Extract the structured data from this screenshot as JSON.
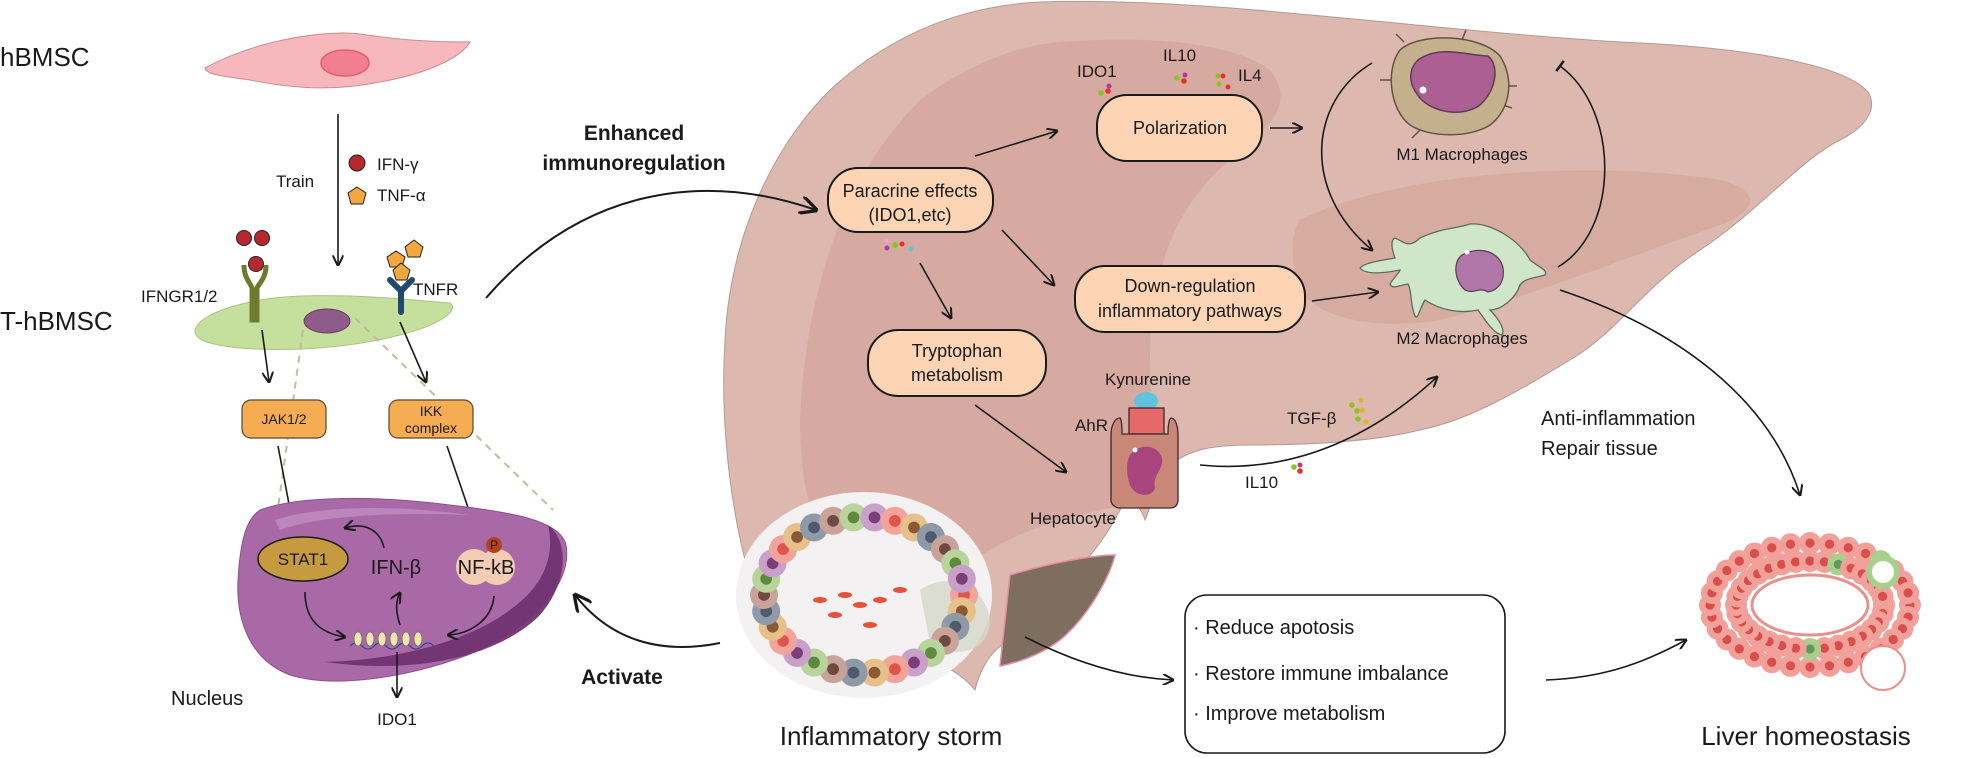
{
  "left": {
    "hbmsc_label": "hBMSC",
    "train_label": "Train",
    "legend": [
      {
        "icon": "ifn-gamma-circle-icon",
        "label": "IFN-γ",
        "color": "#b8262e"
      },
      {
        "icon": "tnf-alpha-pentagon-icon",
        "label": "TNF-α",
        "color": "#f2a83f"
      }
    ],
    "t_hbmsc_label": "T-hBMSC",
    "receptors": {
      "ifngr": "IFNGR1/2",
      "tnfr": "TNFR"
    },
    "kinases": {
      "jak": "JAK1/2",
      "ikk_line1": "IKK",
      "ikk_line2": "complex"
    },
    "nucleus": {
      "label": "Nucleus",
      "stat1": "STAT1",
      "ifn_beta": "IFN-β",
      "nfkb": "NF-kB",
      "phospho": "P",
      "product": "IDO1"
    }
  },
  "center": {
    "enhanced_line1": "Enhanced",
    "enhanced_line2": "immunoregulation",
    "activate": "Activate",
    "inflammatory_storm": "Inflammatory storm"
  },
  "liver": {
    "paracrine_line1": "Paracrine effects",
    "paracrine_line2": "(IDO1,etc)",
    "polarization": "Polarization",
    "downreg_line1": "Down-regulation",
    "downreg_line2": "inflammatory pathways",
    "tryptophan_line1": "Tryptophan",
    "tryptophan_line2": "metabolism",
    "cytokines": {
      "ido1": "IDO1",
      "il10_top": "IL10",
      "il4": "IL4",
      "tgfb": "TGF-β",
      "il10_bottom": "IL10"
    },
    "kynurenine": "Kynurenine",
    "ahr": "AhR",
    "hepatocyte": "Hepatocyte",
    "m1": "M1 Macrophages",
    "m2": "M2 Macrophages"
  },
  "right": {
    "anti_line1": "Anti-inflammation",
    "anti_line2": "Repair tissue",
    "outcomes": [
      "· Reduce apotosis",
      "· Restore immune imbalance",
      "· Improve metabolism"
    ],
    "liver_homeostasis": "Liver homeostasis"
  },
  "colors": {
    "liver_outer": "#dcb8ae",
    "liver_inner": "#d5a99f",
    "pill_fill": "#fdd5b4",
    "kinase_fill": "#f6ac52",
    "nucleus": "#a869a6",
    "nucleus_dark": "#713372",
    "hbmsc_cell": "#f7b8bd",
    "t_hbmsc_cell": "#c5e09d",
    "m2_cell": "#cfe6c8",
    "hepatocyte_cell": "#c98777"
  }
}
